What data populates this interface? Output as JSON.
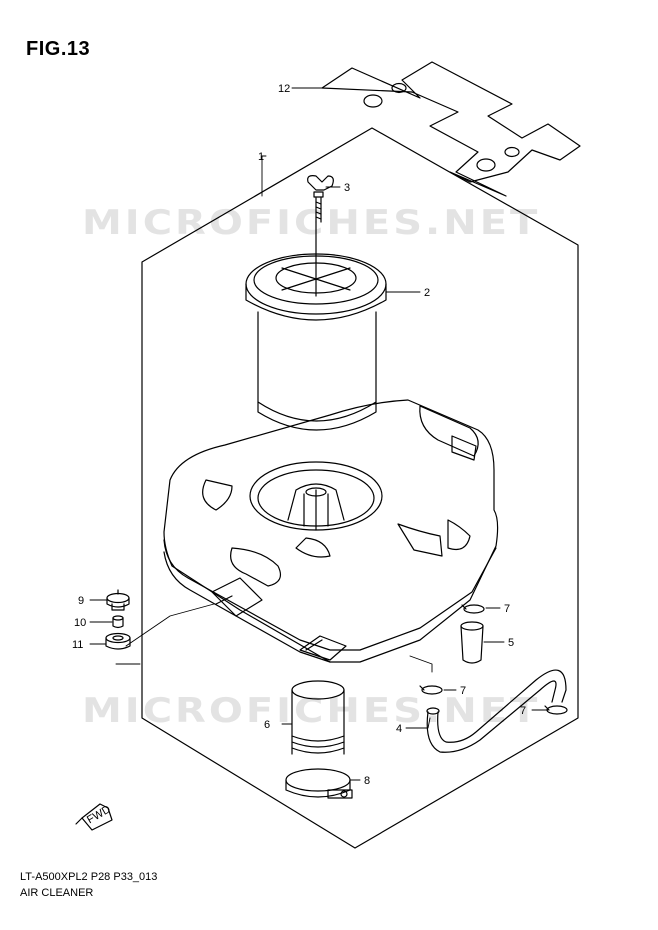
{
  "figure": {
    "title": "FIG.13",
    "code": "LT-A500XPL2 P28 P33_013",
    "name": "AIR CLEANER"
  },
  "watermark": {
    "text": "MICROFICHES.NET"
  },
  "fwd_mark": {
    "label": "FWD"
  },
  "callouts": [
    {
      "id": "1",
      "label": "1"
    },
    {
      "id": "2",
      "label": "2"
    },
    {
      "id": "3",
      "label": "3"
    },
    {
      "id": "4",
      "label": "4"
    },
    {
      "id": "5",
      "label": "5"
    },
    {
      "id": "6",
      "label": "6"
    },
    {
      "id": "7a",
      "label": "7"
    },
    {
      "id": "7b",
      "label": "7"
    },
    {
      "id": "7c",
      "label": "7"
    },
    {
      "id": "8",
      "label": "8"
    },
    {
      "id": "9",
      "label": "9"
    },
    {
      "id": "10",
      "label": "10"
    },
    {
      "id": "11",
      "label": "11"
    },
    {
      "id": "12",
      "label": "12"
    }
  ]
}
